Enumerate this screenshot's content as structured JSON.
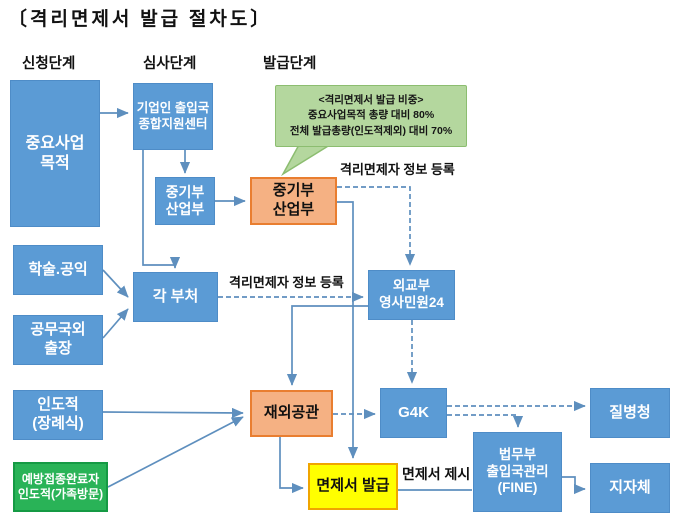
{
  "title": "〔격리면제서 발급 절차도〕",
  "stages": {
    "application": "신청단계",
    "review": "심사단계",
    "issuance": "발급단계"
  },
  "callout": {
    "title": "<격리면제서 발급 비중>",
    "lines": [
      "중요사업목적 총량 대비 80%",
      "전체 발급총량(인도적제외) 대비 70%"
    ]
  },
  "nodes": {
    "main_purpose": {
      "label": "중요사업\n목적"
    },
    "support_center": {
      "label": "기업인 출입국\n종합지원센터"
    },
    "smes_industry_review": {
      "label": "중기부\n산업부"
    },
    "smes_industry_issue": {
      "label": "중기부\n산업부"
    },
    "each_ministry": {
      "label": "각 부처"
    },
    "academic_public": {
      "label": "학술.공익"
    },
    "official_overseas": {
      "label": "공무국외\n출장"
    },
    "humanitarian_funeral": {
      "label": "인도적\n(장례식)"
    },
    "vaccinated_humanitarian": {
      "label": "예방접종완료자\n인도적(가족방문)"
    },
    "mofa_consul24": {
      "label": "외교부\n영사민원24"
    },
    "overseas_mission": {
      "label": "재외공관"
    },
    "g4k": {
      "label": "G4K"
    },
    "issue_exemption": {
      "label": "면제서 발급"
    },
    "kdca": {
      "label": "질병청"
    },
    "moj_immigration": {
      "label": "법무부\n출입국관리\n(FINE)"
    },
    "local_gov": {
      "label": "지자체"
    }
  },
  "edge_labels": {
    "register_info_top": "격리면제자 정보 등록",
    "register_info_mid": "격리면제자 정보 등록",
    "present_certificate": "면제서 제시"
  },
  "edges": [
    {
      "from": "중요사업 목적",
      "to": "기업인 출입국 종합지원센터",
      "style": "solid"
    },
    {
      "from": "기업인 출입국 종합지원센터",
      "to": "중기부 산업부(심사)",
      "style": "solid"
    },
    {
      "from": "기업인 출입국 종합지원센터",
      "to": "각 부처",
      "style": "solid"
    },
    {
      "from": "중기부 산업부(심사)",
      "to": "중기부 산업부(발급)",
      "style": "solid"
    },
    {
      "from": "학술.공익",
      "to": "각 부처",
      "style": "solid"
    },
    {
      "from": "공무국외 출장",
      "to": "각 부처",
      "style": "solid"
    },
    {
      "from": "각 부처",
      "to": "외교부 영사민원24",
      "style": "dashed",
      "label": "격리면제자 정보 등록"
    },
    {
      "from": "중기부 산업부(발급)",
      "to": "외교부 영사민원24",
      "style": "dashed",
      "label": "격리면제자 정보 등록"
    },
    {
      "from": "중기부 산업부(발급)",
      "to": "면제서 발급",
      "style": "solid"
    },
    {
      "from": "외교부 영사민원24",
      "to": "재외공관",
      "style": "solid"
    },
    {
      "from": "외교부 영사민원24",
      "to": "G4K",
      "style": "dashed"
    },
    {
      "from": "인도적(장례식)",
      "to": "재외공관",
      "style": "solid"
    },
    {
      "from": "예방접종완료자 인도적(가족방문)",
      "to": "재외공관",
      "style": "solid"
    },
    {
      "from": "재외공관",
      "to": "G4K",
      "style": "dashed"
    },
    {
      "from": "재외공관",
      "to": "면제서 발급",
      "style": "solid"
    },
    {
      "from": "G4K",
      "to": "질병청",
      "style": "dashed"
    },
    {
      "from": "G4K",
      "to": "법무부 출입국관리(FINE)",
      "style": "dashed"
    },
    {
      "from": "면제서 발급",
      "to": "법무부 출입국관리(FINE)",
      "style": "solid",
      "label": "면제서 제시"
    },
    {
      "from": "법무부 출입국관리(FINE)",
      "to": "지자체",
      "style": "solid"
    }
  ],
  "colors": {
    "box_blue": "#5b9bd5",
    "box_orange": "#f5b183",
    "box_orange_border": "#e97e30",
    "box_yellow": "#ffff00",
    "box_yellow_border": "#f0a500",
    "box_green": "#29b357",
    "callout_green": "#b4d79e",
    "connector": "#5e8fbe"
  }
}
